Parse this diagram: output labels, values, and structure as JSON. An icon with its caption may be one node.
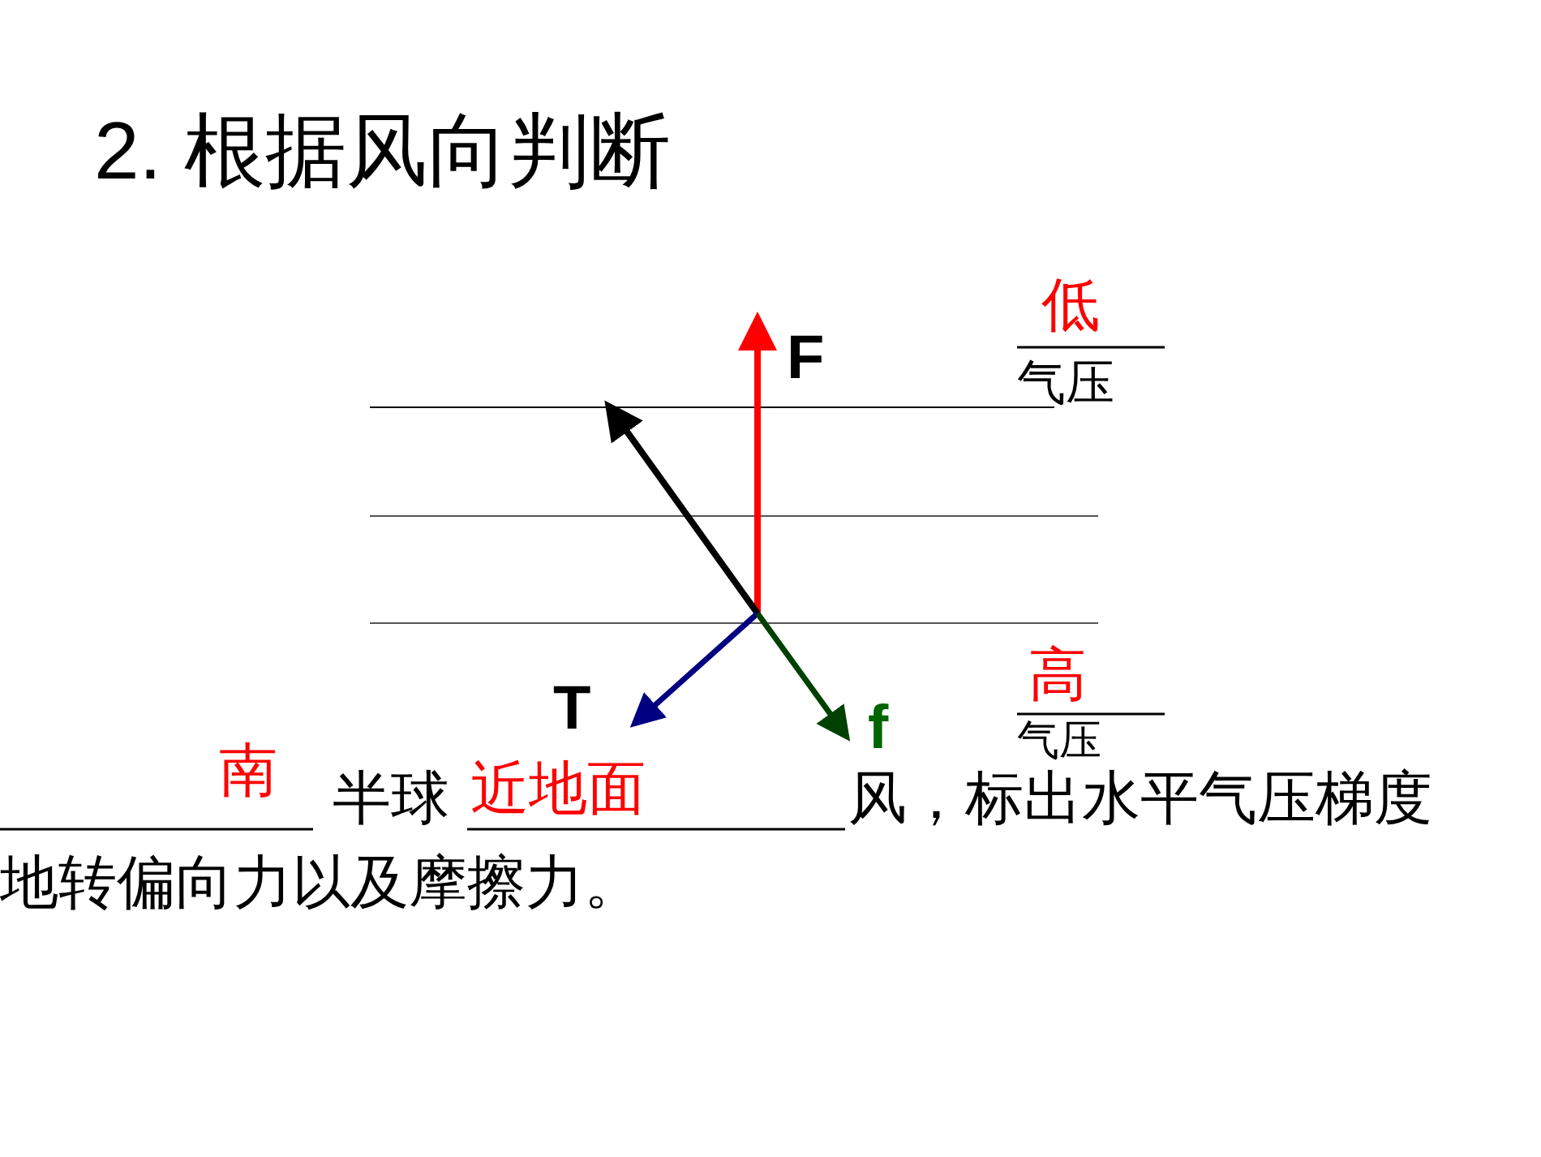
{
  "diagram": {
    "title": "2. 根据风向判断",
    "labels": [
      "F",
      "T",
      "f",
      "低",
      "气压",
      "高",
      "气压",
      "南",
      "半球",
      "近地面",
      "风，标出水平气压梯度",
      "地转偏向力以及摩擦力。"
    ]
  }
}
